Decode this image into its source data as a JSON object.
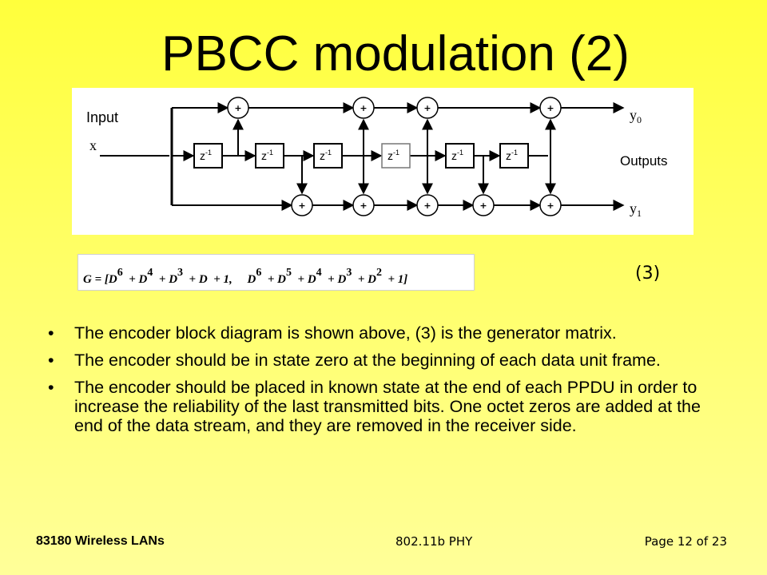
{
  "slide": {
    "title": "PBCC modulation (2)"
  },
  "diagram": {
    "input_label": "Input",
    "x_label": "x",
    "outputs_label": "Outputs",
    "y0_label": "y",
    "y0_sub": "0",
    "y1_label": "y",
    "y1_sub": "1",
    "delay_label": "z",
    "delay_exp": "-1",
    "adder_symbol": "+"
  },
  "formula": {
    "G": "G",
    "eq_open": "= [",
    "D": "D",
    "e6": "6",
    "e4": "4",
    "e3": "3",
    "e5": "5",
    "e2": "2",
    "plus": "+",
    "one_comma": "1,",
    "one_close": "1]"
  },
  "equation_number": "(3)",
  "bullets": [
    "The encoder block diagram is shown above, (3) is the generator matrix.",
    "The encoder should be in state zero at the beginning of each data unit frame.",
    "The encoder should be placed in known state at the end of each PPDU in order to increase the reliability of the last transmitted bits. One octet zeros are added at the end of the data stream, and they are removed in the receiver side."
  ],
  "bullet_symbol": "•",
  "footer": {
    "left": "83180 Wireless LANs",
    "center": "802.11b PHY",
    "right": "Page 12 of 23"
  }
}
